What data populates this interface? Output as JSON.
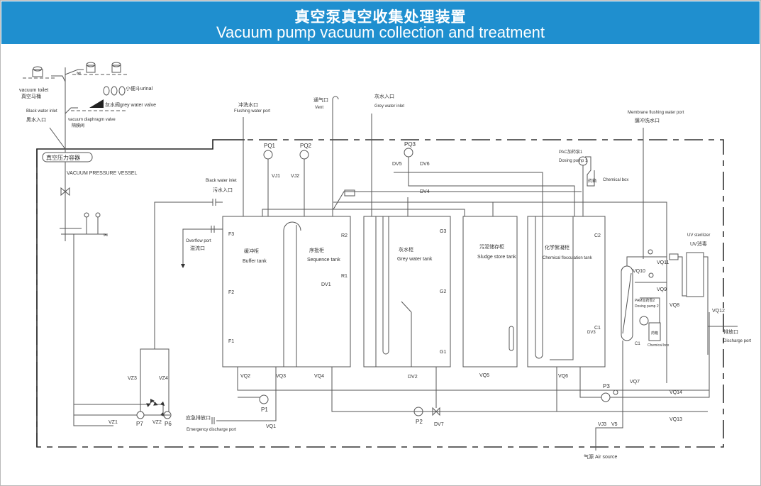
{
  "header": {
    "title_cn": "真空泵真空收集处理装置",
    "title_en": "Vacuum pump vacuum collection and treatment"
  },
  "colors": {
    "header_bg": "#1f8fcf",
    "line": "#555555"
  },
  "fixtures": {
    "vacuum_toilet_en": "vacuum toilet",
    "vacuum_toilet_cn": "真空马桶",
    "urinal": "小便斗urinal",
    "grey_water_valve": "灰水阀grey water valve",
    "diaphragm_valve_en": "vacuum diaphragm valve",
    "diaphragm_valve_cn": "隔膜阀",
    "black_water_inlet_en": "Black water inlet",
    "black_water_inlet_cn": "黑水入口"
  },
  "vessel": {
    "cn": "真空压力容器",
    "en": "VACUUM PRESSURE VESSEL"
  },
  "ports": {
    "flushing_cn": "冲洗水口",
    "flushing_en": "Flushing water port",
    "vent_cn": "通气口",
    "vent_en": "Vent",
    "grey_inlet_cn": "灰水入口",
    "grey_inlet_en": "Grey water inlet",
    "membrane_en": "Membrane flushing water port",
    "membrane_cn": "膜冲洗水口",
    "black_inlet2_en": "Black water inlet",
    "black_inlet2_cn": "污水入口",
    "overflow_en": "Overflow port",
    "overflow_cn": "溢流口",
    "emergency_cn": "应急排放口",
    "emergency_en": "Emergency discharge port",
    "discharge_cn": "排放口",
    "discharge_en": "Discharge port",
    "air_source": "气源 Air source"
  },
  "tanks": [
    {
      "cn": "缓冲柜",
      "en": "Buffer tank"
    },
    {
      "cn": "序批柜",
      "en": "Sequence tank"
    },
    {
      "cn": "灰水柜",
      "en": "Grey water tank"
    },
    {
      "cn": "污泥储存柜",
      "en": "Sludge store tank"
    },
    {
      "cn": "化学絮凝柜",
      "en": "Chemical flocculation tank"
    }
  ],
  "level_tags": {
    "F3": "F3",
    "F2": "F2",
    "F1": "F1",
    "R2": "R2",
    "R1": "R1",
    "G3": "G3",
    "G2": "G2",
    "G1": "G1",
    "C2": "C2",
    "C1": "C1",
    "C1b": "C1"
  },
  "dosing": {
    "pump1_cn": "PAC加药泵1",
    "pump1_en": "Dosing pump 1",
    "pump2_cn": "PAM加药泵2",
    "pump2_en": "Dosing pump 2",
    "box_cn": "药箱",
    "box_en": "Chemical box"
  },
  "uv": {
    "en": "UV sterilizer",
    "cn": "UV消毒"
  },
  "equipment": {
    "PQ1": "PQ1",
    "PQ2": "PQ2",
    "PQ3": "PQ3",
    "VJ1": "VJ1",
    "VJ2": "VJ2",
    "DV1": "DV1",
    "DV2": "DV2",
    "DV3": "DV3",
    "DV4": "DV4",
    "DV5": "DV5",
    "DV6": "DV6",
    "DV7": "DV7",
    "VQ1": "VQ1",
    "VQ2": "VQ2",
    "VQ3": "VQ3",
    "VQ4": "VQ4",
    "VQ6": "VQ6",
    "VQ7": "VQ7",
    "VQ8": "VQ8",
    "VQ9": "VQ9",
    "VQ10": "VQ10",
    "VQ11": "VQ11",
    "VQ12": "VQ12",
    "VQ13": "VQ13",
    "VQ14": "VQ14",
    "VZ1": "VZ1",
    "VZ2": "VZ2",
    "VZ3": "VZ3",
    "VZ4": "VZ4",
    "V5": "V5",
    "VJ3": "VJ3",
    "P1": "P1",
    "P2": "P2",
    "P3": "P3",
    "P6": "P6",
    "P7": "P7"
  }
}
